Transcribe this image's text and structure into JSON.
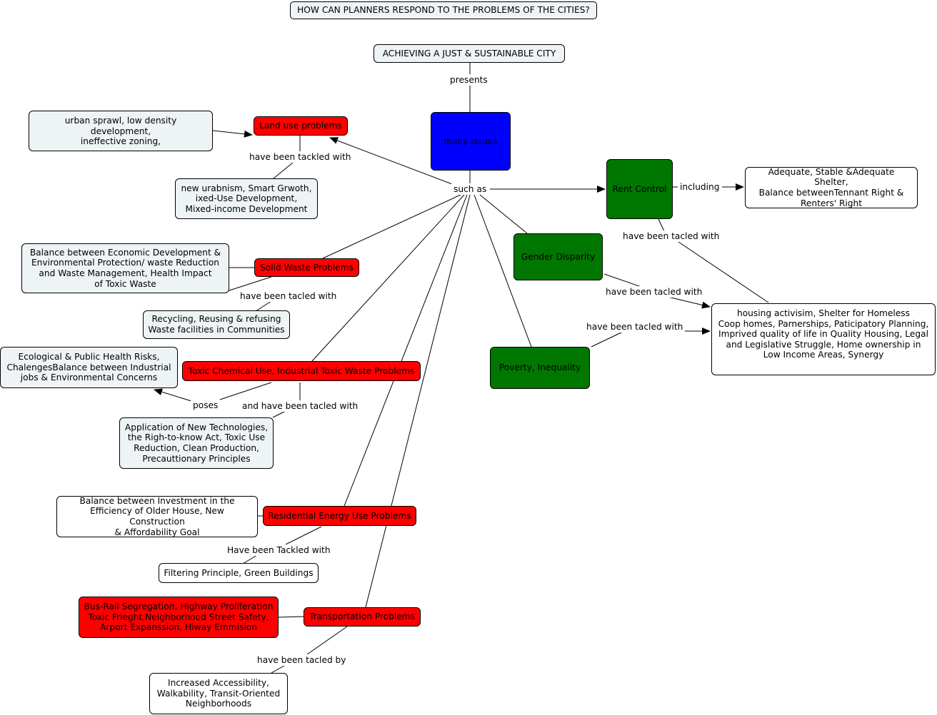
{
  "title": "HOW CAN PLANNERS RESPOND TO THE PROBLEMS OF THE CITIES?",
  "colors": {
    "red": "#ff0000",
    "blue": "#0000ff",
    "green": "#007700",
    "light": "#eef3f5",
    "line": "#000000"
  },
  "nodes": {
    "goal": "ACHIEVING A JUST & SUSTAINABLE CITY",
    "issues": "many issues",
    "land_use": "Land use problems",
    "sprawl": "urban sprawl, low density development,\nineffective zoning,",
    "urbanism": "new urabnism, Smart Grwoth,\nixed-Use Development,\nMixed-income Development",
    "solid_waste": "Solid Waste Problems",
    "balance_econ": "Balance between Economic Development &\nEnvironmental Protection/ waste Reduction\nand Waste Management, Health Impact\nof Toxic Waste",
    "recycling": "Recycling, Reusing & refusing\nWaste facilities in Communities",
    "toxic": "Toxic Chemical Use, Industrial Toxic Waste Problems",
    "eco_risks": "Ecological & Public Health Risks,\nChalengesBalance between Industrial\njobs & Environmental Concerns",
    "new_tech": "Application of New Technologies,\nthe Righ-to-know Act, Toxic Use\nReduction, Clean Production,\nPrecauttionary Principles",
    "energy": "Residential Energy Use Problems",
    "investment": "Balance between Investment in the\nEfficiency of Older House, New Construction\n& Affordability Goal",
    "filtering": "Filtering Principle, Green Buildings",
    "transport": "Transportation Problems",
    "bus_rail": "Bus-Rail Segregation, Highway Proliferation\nToxic Frieght,Neighborhood Street Safety,\nArport Expanssion, Hiway Emmision",
    "access": "Increased Accessibility,\nWalkability, Transit-Oriented\nNeighborhoods",
    "rent": "Rent Control",
    "shelter": "Adequate, Stable &Adequate Shelter,\nBalance betweenTennant Right &\nRenters' Right",
    "gender": "Gender Disparity",
    "poverty": "Poverty, Inequality",
    "housing": "housing activisim, Shelter for Homeless\nCoop homes, Parnerships, Paticipatory Planning,\nImprived quality of life in Quality Housing, Legal\nand Legislative Struggle, Home ownership in\nLow Income Areas, Synergy"
  },
  "labels": {
    "presents": "presents",
    "such_as": "such as",
    "tackled_land": "have been tackled with",
    "tacled_solid": "have been tacled with",
    "poses": "poses",
    "tacled_toxic": "and have been tacled with",
    "tackled_energy": "Have been Tackled with",
    "tacled_by": "have been tacled by",
    "including": "including",
    "tacled_rent": "have been tacled with",
    "tacled_gender": "have been tacled with",
    "tacled_poverty": "have been tacled with"
  }
}
